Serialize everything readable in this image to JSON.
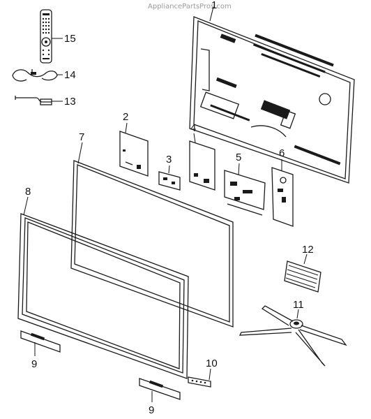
{
  "watermark": "AppliancePartsPros.com",
  "callouts": {
    "c1": "1",
    "c2": "2",
    "c3": "3",
    "c4": "4",
    "c5": "5",
    "c6": "6",
    "c7": "7",
    "c8": "8",
    "c9a": "9",
    "c9b": "9",
    "c10": "10",
    "c11": "11",
    "c12": "12",
    "c13": "13",
    "c14": "14",
    "c15": "15"
  }
}
